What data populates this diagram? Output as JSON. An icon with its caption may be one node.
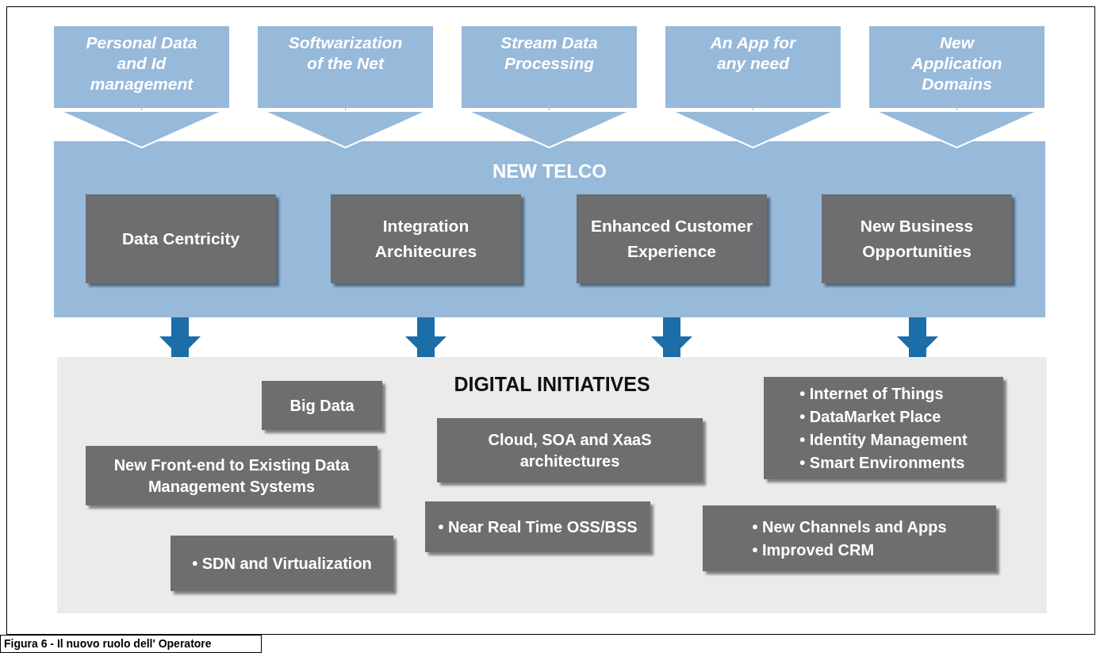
{
  "diagram": {
    "caption": "Figura 6 - Il nuovo ruolo dell' Operatore",
    "nodes": [
      {
        "text": [
          "Personal Data and Id management"
        ]
      },
      {
        "text": [
          "Softwarization of the Net"
        ]
      },
      {
        "text": [
          "Stream Data Processing"
        ]
      },
      {
        "text": [
          "An App for any need"
        ]
      },
      {
        "text": [
          "New Application Domains"
        ]
      },
      {
        "text": [
          "NEW TELCO"
        ]
      },
      {
        "text": [
          "Data Centricity"
        ],
        "in": 5
      },
      {
        "text": [
          "Integration Architecures"
        ],
        "in": 5
      },
      {
        "text": [
          "Enhanced Customer Experience"
        ],
        "in": 5
      },
      {
        "text": [
          "New Business Opportunities"
        ],
        "in": 5
      },
      {
        "text": [
          "DIGITAL INITIATIVES"
        ]
      },
      {
        "text": [
          "Big Data"
        ],
        "in": 10
      },
      {
        "text": [
          "• Internet of Things",
          "• DataMarket Place",
          "• Identity Management",
          "• Smart Environments"
        ],
        "in": 10
      },
      {
        "text": [
          "Cloud, SOA and XaaS architectures"
        ],
        "in": 10
      },
      {
        "text": [
          "New Front-end to Existing Data Management Systems"
        ],
        "in": 10
      },
      {
        "text": [
          "• Near Real Time OSS/BSS"
        ],
        "in": 10
      },
      {
        "text": [
          "• New Channels and Apps",
          "• Improved CRM"
        ],
        "in": 10
      },
      {
        "text": [
          "• SDN and Virtualization"
        ],
        "in": 10
      }
    ],
    "edges": [
      {
        "from": 0,
        "to": 5,
        "arrow": "to"
      },
      {
        "from": 1,
        "to": 5,
        "arrow": "to"
      },
      {
        "from": 2,
        "to": 5,
        "arrow": "to"
      },
      {
        "from": 3,
        "to": 5,
        "arrow": "to"
      },
      {
        "from": 4,
        "to": 5,
        "arrow": "to"
      },
      {
        "from": 5,
        "to": 10,
        "arrow": "to",
        "style": "thick",
        "color": "#1b6ea8"
      },
      {
        "from": 5,
        "to": 10,
        "arrow": "to",
        "style": "thick",
        "color": "#1b6ea8"
      },
      {
        "from": 5,
        "to": 10,
        "arrow": "to",
        "style": "thick",
        "color": "#1b6ea8"
      },
      {
        "from": 5,
        "to": 10,
        "arrow": "to",
        "style": "thick",
        "color": "#1b6ea8"
      }
    ]
  }
}
